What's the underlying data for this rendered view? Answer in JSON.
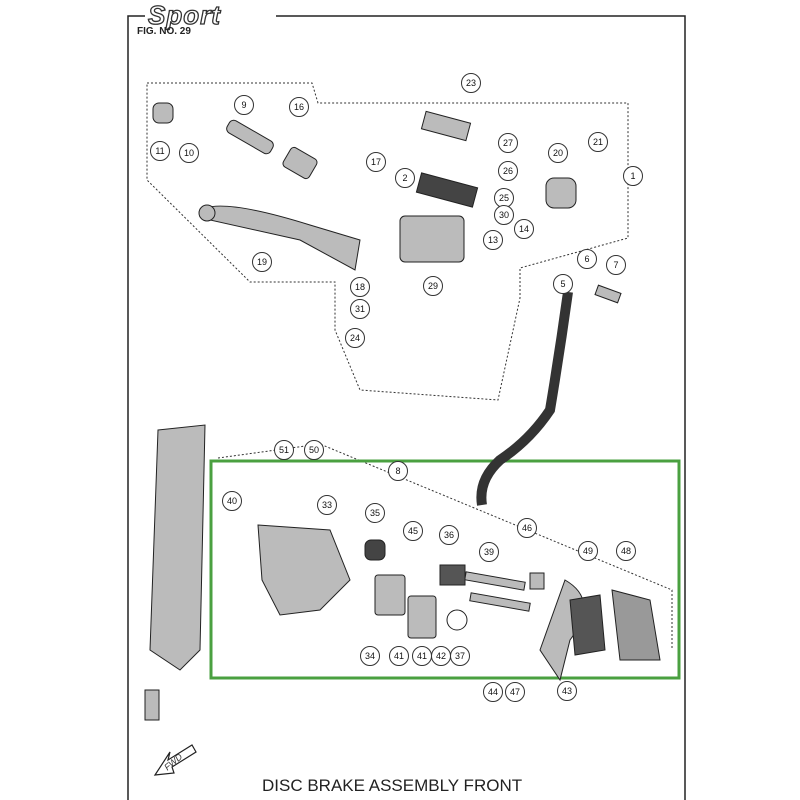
{
  "header": {
    "brand": "Sport",
    "figure_number": "FIG. NO. 29"
  },
  "title": "DISC BRAKE ASSEMBLY FRONT",
  "direction_marker": "FWD",
  "highlight_color": "#4aa040",
  "callouts": [
    "23",
    "9",
    "16",
    "27",
    "21",
    "20",
    "1",
    "11",
    "10",
    "17",
    "2",
    "26",
    "25",
    "30",
    "14",
    "13",
    "19",
    "29",
    "5",
    "6",
    "7",
    "18",
    "31",
    "24",
    "51",
    "50",
    "8",
    "40",
    "33",
    "35",
    "45",
    "36",
    "46",
    "39",
    "49",
    "48",
    "34",
    "41",
    "41",
    "42",
    "37",
    "44",
    "47",
    "43"
  ]
}
